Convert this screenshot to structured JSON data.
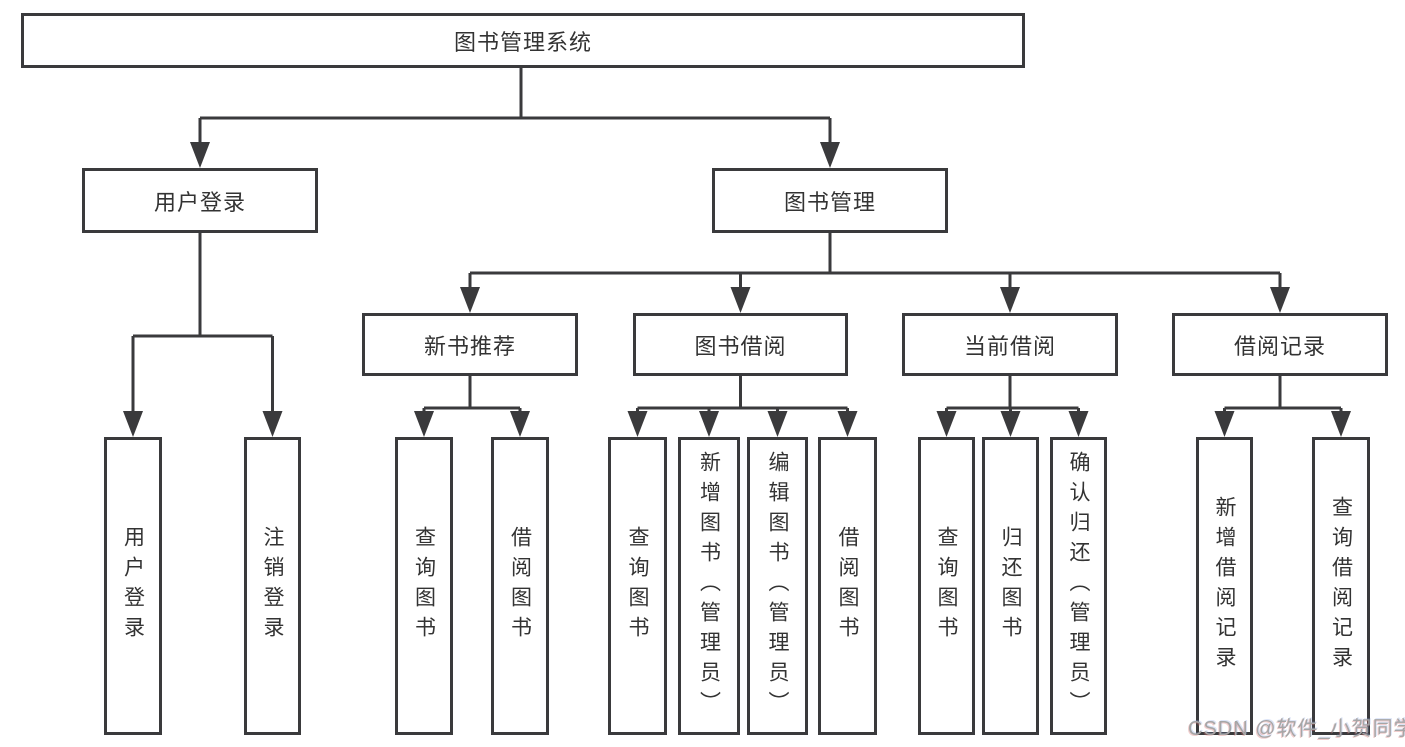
{
  "diagram": {
    "tree": {
      "label": "图书管理系统",
      "children": [
        {
          "label": "用户登录",
          "children": [
            {
              "label": "用户登录"
            },
            {
              "label": "注销登录"
            }
          ]
        },
        {
          "label": "图书管理",
          "children": [
            {
              "label": "新书推荐",
              "children": [
                {
                  "label": "查询图书"
                },
                {
                  "label": "借阅图书"
                }
              ]
            },
            {
              "label": "图书借阅",
              "children": [
                {
                  "label": "查询图书"
                },
                {
                  "label": "新增图书（管理员）"
                },
                {
                  "label": "编辑图书（管理员）"
                },
                {
                  "label": "借阅图书"
                }
              ]
            },
            {
              "label": "当前借阅",
              "children": [
                {
                  "label": "查询图书"
                },
                {
                  "label": "归还图书"
                },
                {
                  "label": "确认归还（管理员）"
                }
              ]
            },
            {
              "label": "借阅记录",
              "children": [
                {
                  "label": "新增借阅记录"
                },
                {
                  "label": "查询借阅记录"
                }
              ]
            }
          ]
        }
      ]
    },
    "colors": {
      "line": "#3a3a3c",
      "text": "#333333",
      "background": "#ffffff"
    }
  },
  "watermark": {
    "text": "CSDN @软件_小贺同学",
    "color": "#a6a6a6"
  }
}
